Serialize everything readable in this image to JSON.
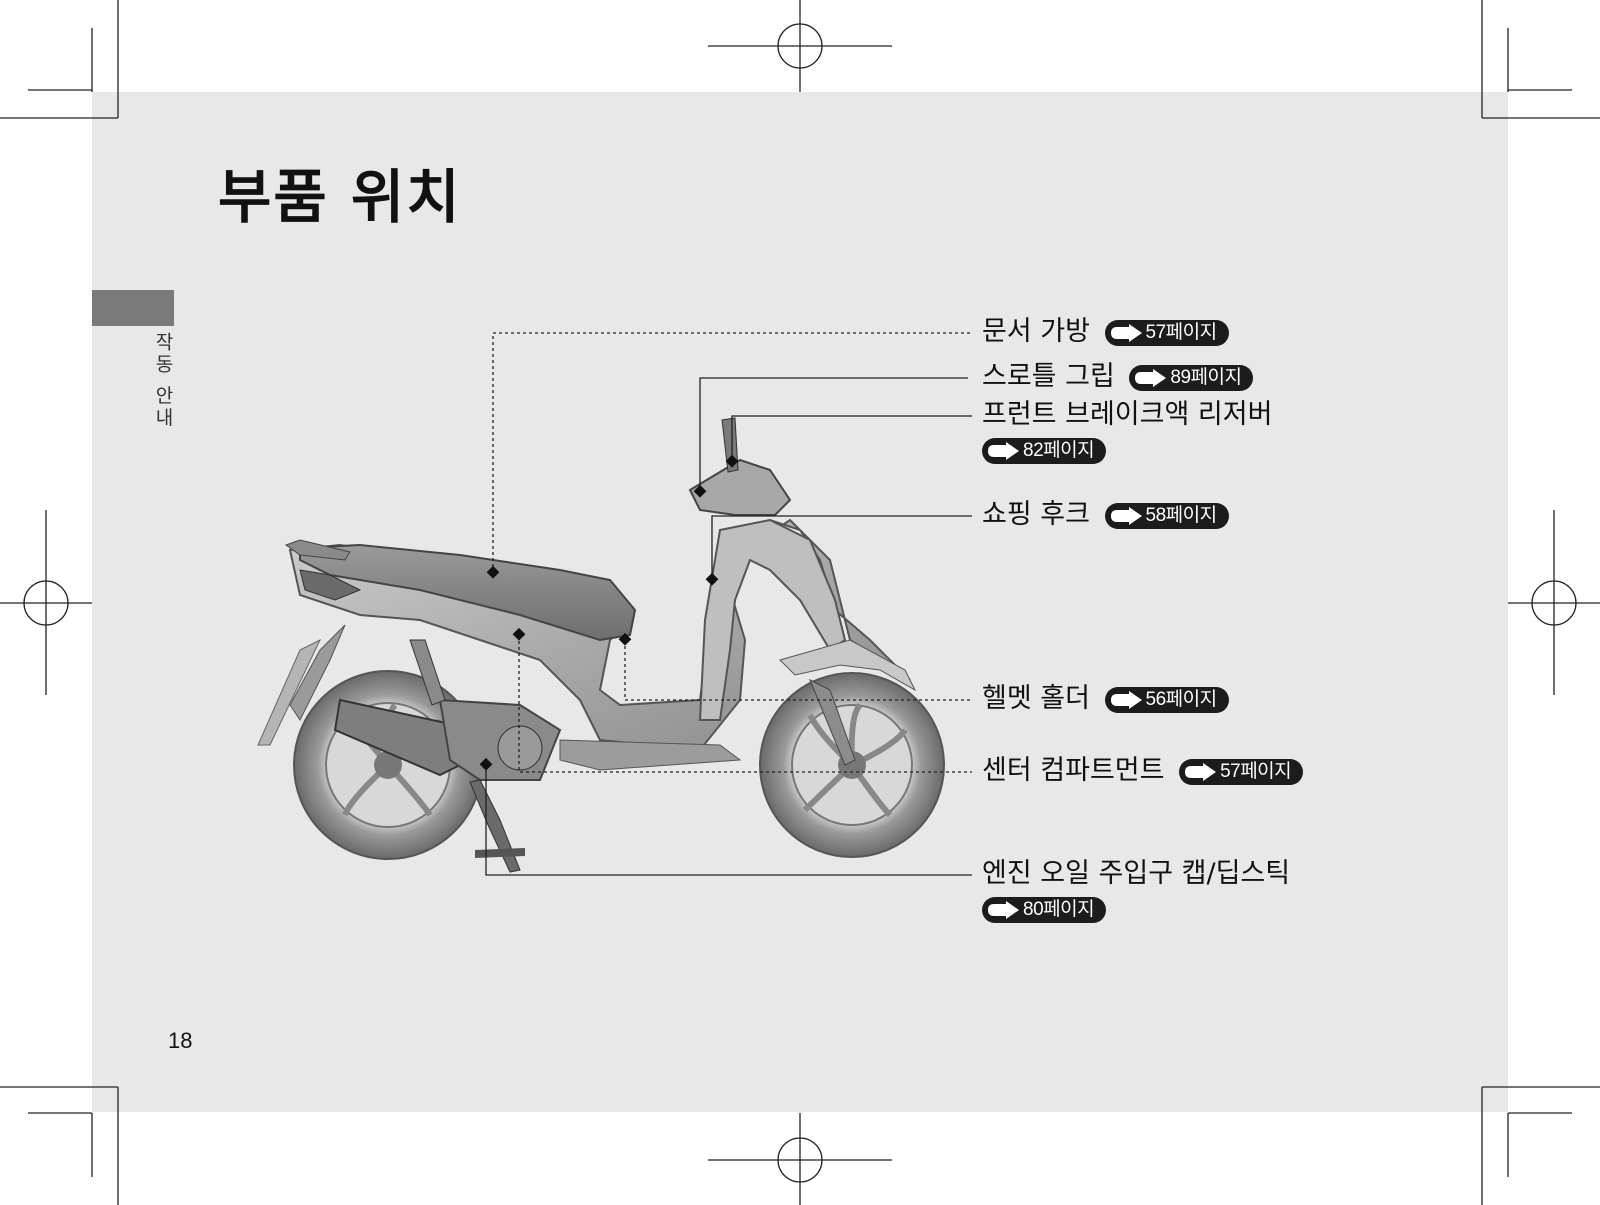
{
  "page": {
    "title": "부품 위치",
    "section_label": "작동 안내",
    "page_number": "18"
  },
  "callouts": [
    {
      "label": "문서 가방",
      "ref": "57페이지"
    },
    {
      "label": "스로틀 그립",
      "ref": "89페이지"
    },
    {
      "label": "프런트 브레이크액 리저버",
      "ref": "82페이지"
    },
    {
      "label": "쇼핑 후크",
      "ref": "58페이지"
    },
    {
      "label": "헬멧 홀더",
      "ref": "56페이지"
    },
    {
      "label": "센터 컴파트먼트",
      "ref": "57페이지"
    },
    {
      "label": "엔진 오일 주입구 캡/딥스틱",
      "ref": "80페이지"
    }
  ],
  "icons": {
    "reference_arrow": "right-arrow-icon"
  },
  "colors": {
    "panel": "#e8e8e8",
    "tab": "#7a7a7a",
    "badge": "#1c1c1c"
  }
}
